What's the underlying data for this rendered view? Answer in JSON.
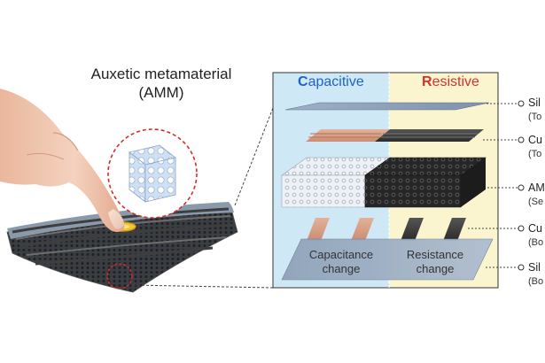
{
  "amm_title": {
    "line1": "Auxetic metamaterial",
    "line2": "(AMM)"
  },
  "headers": {
    "capacitive": {
      "first": "C",
      "rest": "apacitive"
    },
    "resistive": {
      "first": "R",
      "rest": "esistive"
    }
  },
  "panel_labels": {
    "capacitance": {
      "line1": "Capacitance",
      "line2": "change"
    },
    "resistance": {
      "line1": "Resistance",
      "line2": "change"
    }
  },
  "side_labels": [
    {
      "main": "Sil",
      "sub": "(To"
    },
    {
      "main": "Cu",
      "sub": "(To"
    },
    {
      "main": "AM",
      "sub": "(Se"
    },
    {
      "main": "Cu",
      "sub": "(Bo"
    },
    {
      "main": "Sil",
      "sub": "(Bo"
    }
  ],
  "colors": {
    "capacitive_bg": "#cfe8f6",
    "resistive_bg": "#fbf5cf",
    "capacitive_text": "#1e63c6",
    "resistive_text": "#d3332a",
    "copper": "#d9a28a",
    "carbon": "#3a3a3a",
    "dashed_circle": "#d62b2b"
  },
  "icons": [
    "finger-icon",
    "amm-cube-icon",
    "sensor-pad-icon"
  ]
}
